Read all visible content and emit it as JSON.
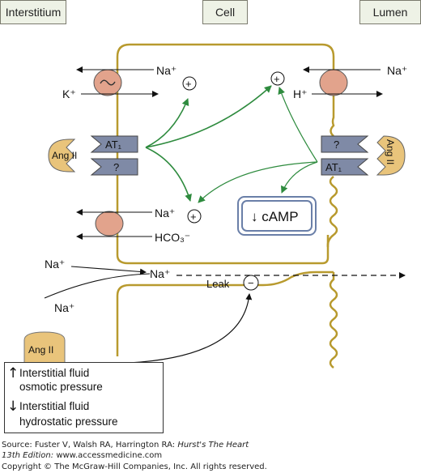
{
  "zones": {
    "interstitium": "Interstitium",
    "cell": "Cell",
    "lumen": "Lumen"
  },
  "labels": {
    "na_plus": "Na⁺",
    "k_plus": "K⁺",
    "h_plus": "H⁺",
    "hco3": "HCO₃⁻",
    "plus": "+",
    "minus": "−",
    "at1": "AT₁",
    "question": "?",
    "ang_ii": "Ang II",
    "camp": "↓ cAMP",
    "leak": "Leak"
  },
  "infobox": {
    "line1_arrow": "↑",
    "line1a": "Interstitial fluid",
    "line1b": "osmotic pressure",
    "line2_arrow": "↓",
    "line2a": "Interstitial fluid",
    "line2b": "hydrostatic pressure"
  },
  "footer": {
    "source_prefix": "Source: Fuster V, Walsh RA, Harrington RA: ",
    "source_title": "Hurst's The Heart",
    "source_line2_ital": "13th Edition:",
    "source_line2_rest": " www.accessmedicine.com",
    "copyright": "Copyright © The McGraw-Hill Companies, Inc. All rights reserved."
  },
  "colors": {
    "membrane": "#b89a2e",
    "green_arrow": "#2e8b3e",
    "receptor": "#7f8aa6",
    "transporter": "#e2a38c",
    "ang_ii": "#e9c47b"
  }
}
